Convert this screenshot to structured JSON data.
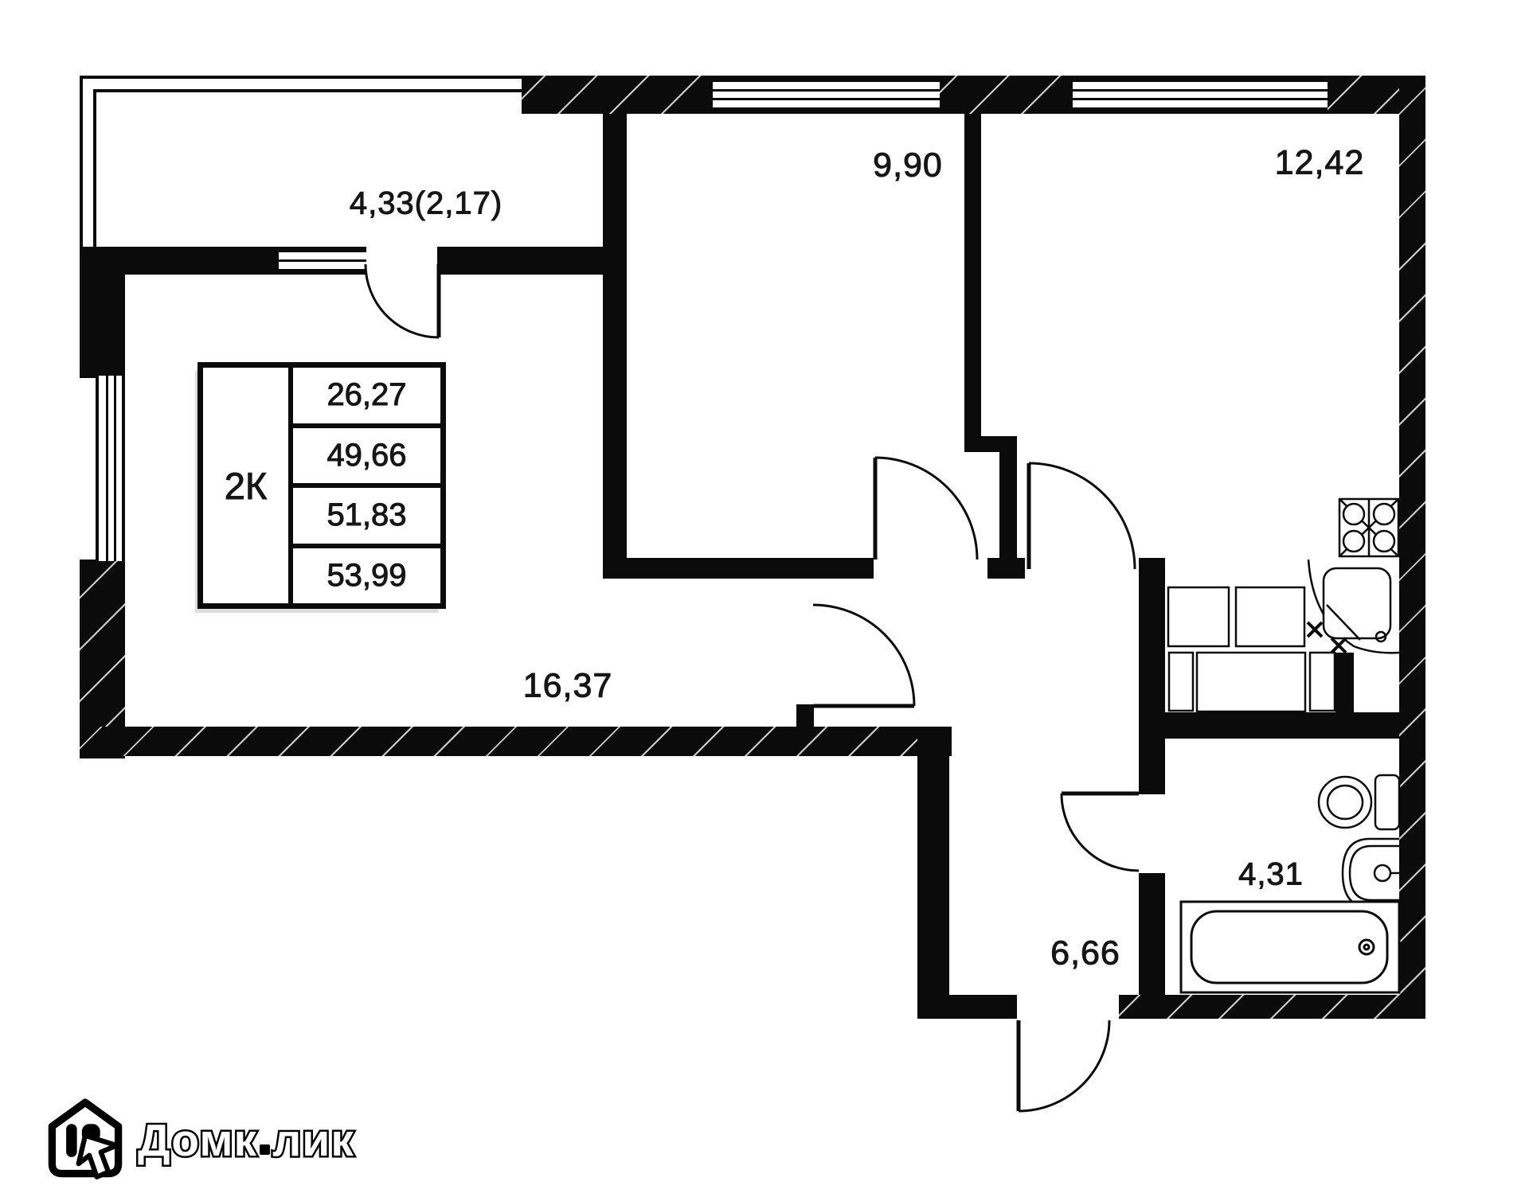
{
  "meta": {
    "title": "2К apartment floor plan",
    "background": "#ffffff",
    "wall_color": "#0b0b0b",
    "text_color": "#161616",
    "shadow_color": "#dcdcdc"
  },
  "floor_plan": {
    "unit_type": "2К",
    "area_table": {
      "unit_label": "2К",
      "rows": [
        "26,27",
        "49,66",
        "51,83",
        "53,99"
      ]
    },
    "room_labels": {
      "balcony": "4,33(2,17)",
      "bedroom": "9,90",
      "kitchen_living": "12,42",
      "living_room": "16,37",
      "hallway": "6,66",
      "bathroom": "4,31"
    },
    "fixture_icons": [
      "stove-icon",
      "kitchen-sink-icon",
      "toilet-icon",
      "washbasin-icon",
      "bathtub-icon"
    ]
  },
  "branding": {
    "logo_text_full": "Домклик",
    "logo_text_left": "Домк",
    "logo_text_right": "лик"
  }
}
